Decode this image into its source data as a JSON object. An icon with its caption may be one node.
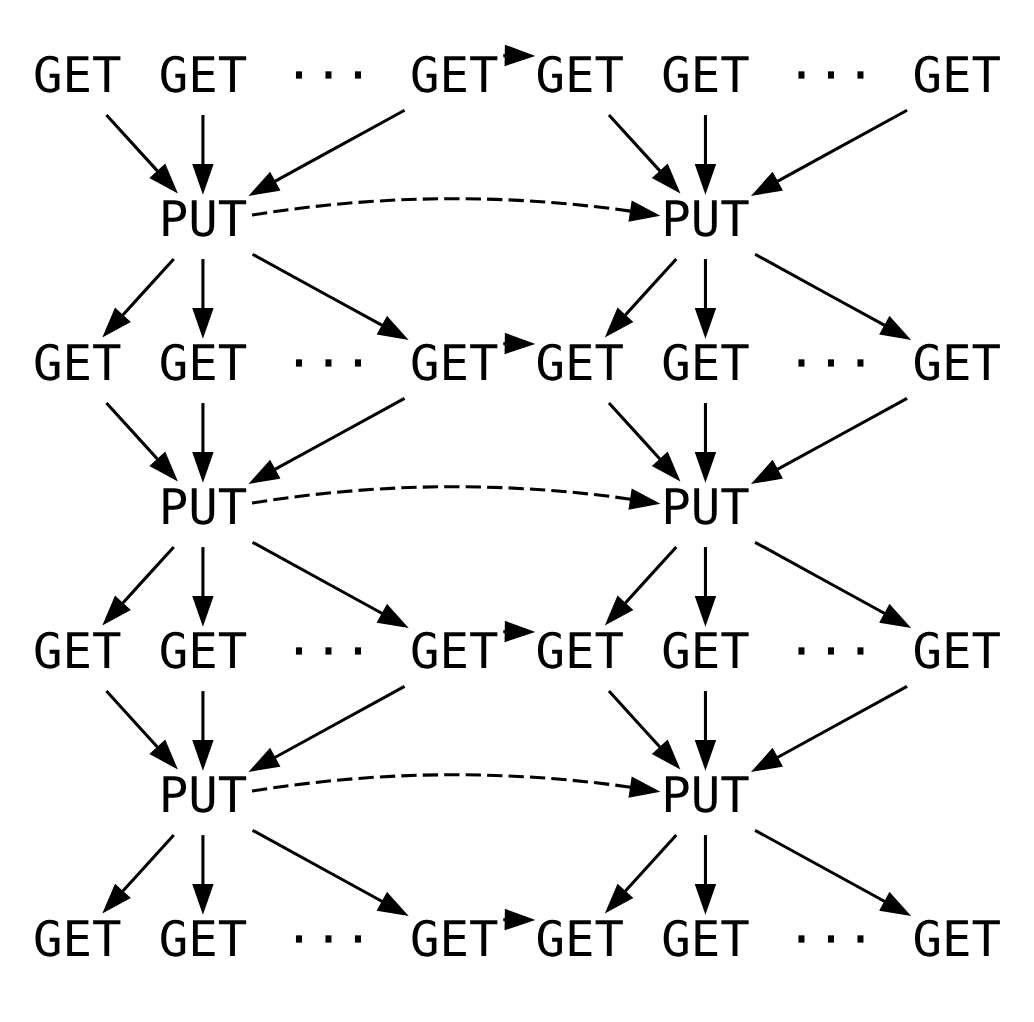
{
  "diagram": {
    "nodes": [
      {
        "text": [
          "GET"
        ]
      },
      {
        "text": [
          "GET"
        ]
      },
      {
        "text": [
          "GET"
        ]
      },
      {
        "text": [
          "GET"
        ]
      },
      {
        "text": [
          "GET"
        ]
      },
      {
        "text": [
          "GET"
        ]
      },
      {
        "text": [
          "PUT"
        ]
      },
      {
        "text": [
          "PUT"
        ]
      },
      {
        "text": [
          "GET"
        ]
      },
      {
        "text": [
          "GET"
        ]
      },
      {
        "text": [
          "GET"
        ]
      },
      {
        "text": [
          "GET"
        ]
      },
      {
        "text": [
          "GET"
        ]
      },
      {
        "text": [
          "GET"
        ]
      },
      {
        "text": [
          "PUT"
        ]
      },
      {
        "text": [
          "PUT"
        ]
      },
      {
        "text": [
          "GET"
        ]
      },
      {
        "text": [
          "GET"
        ]
      },
      {
        "text": [
          "GET"
        ]
      },
      {
        "text": [
          "GET"
        ]
      },
      {
        "text": [
          "GET"
        ]
      },
      {
        "text": [
          "GET"
        ]
      },
      {
        "text": [
          "PUT"
        ]
      },
      {
        "text": [
          "PUT"
        ]
      },
      {
        "text": [
          "GET"
        ]
      },
      {
        "text": [
          "GET"
        ]
      },
      {
        "text": [
          "GET"
        ]
      },
      {
        "text": [
          "GET"
        ]
      },
      {
        "text": [
          "GET"
        ]
      },
      {
        "text": [
          "GET"
        ]
      }
    ],
    "edges": [
      {
        "from": 0,
        "to": 6,
        "arrow": "to"
      },
      {
        "from": 1,
        "to": 6,
        "arrow": "to"
      },
      {
        "from": 2,
        "to": 6,
        "arrow": "to"
      },
      {
        "from": 3,
        "to": 7,
        "arrow": "to"
      },
      {
        "from": 4,
        "to": 7,
        "arrow": "to"
      },
      {
        "from": 5,
        "to": 7,
        "arrow": "to"
      },
      {
        "from": 2,
        "to": 3,
        "arrow": "to",
        "style": "dashed"
      },
      {
        "from": 6,
        "to": 7,
        "arrow": "to",
        "style": "dashed"
      },
      {
        "from": 6,
        "to": 8,
        "arrow": "to"
      },
      {
        "from": 6,
        "to": 9,
        "arrow": "to"
      },
      {
        "from": 6,
        "to": 10,
        "arrow": "to"
      },
      {
        "from": 7,
        "to": 11,
        "arrow": "to"
      },
      {
        "from": 7,
        "to": 12,
        "arrow": "to"
      },
      {
        "from": 7,
        "to": 13,
        "arrow": "to"
      },
      {
        "from": 8,
        "to": 14,
        "arrow": "to"
      },
      {
        "from": 9,
        "to": 14,
        "arrow": "to"
      },
      {
        "from": 10,
        "to": 14,
        "arrow": "to"
      },
      {
        "from": 11,
        "to": 15,
        "arrow": "to"
      },
      {
        "from": 12,
        "to": 15,
        "arrow": "to"
      },
      {
        "from": 13,
        "to": 15,
        "arrow": "to"
      },
      {
        "from": 10,
        "to": 11,
        "arrow": "to",
        "style": "dashed"
      },
      {
        "from": 14,
        "to": 15,
        "arrow": "to",
        "style": "dashed"
      },
      {
        "from": 14,
        "to": 16,
        "arrow": "to"
      },
      {
        "from": 14,
        "to": 17,
        "arrow": "to"
      },
      {
        "from": 14,
        "to": 18,
        "arrow": "to"
      },
      {
        "from": 15,
        "to": 19,
        "arrow": "to"
      },
      {
        "from": 15,
        "to": 20,
        "arrow": "to"
      },
      {
        "from": 15,
        "to": 21,
        "arrow": "to"
      },
      {
        "from": 16,
        "to": 22,
        "arrow": "to"
      },
      {
        "from": 17,
        "to": 22,
        "arrow": "to"
      },
      {
        "from": 18,
        "to": 22,
        "arrow": "to"
      },
      {
        "from": 19,
        "to": 23,
        "arrow": "to"
      },
      {
        "from": 20,
        "to": 23,
        "arrow": "to"
      },
      {
        "from": 21,
        "to": 23,
        "arrow": "to"
      },
      {
        "from": 18,
        "to": 19,
        "arrow": "to",
        "style": "dashed"
      },
      {
        "from": 22,
        "to": 23,
        "arrow": "to",
        "style": "dashed"
      },
      {
        "from": 22,
        "to": 24,
        "arrow": "to"
      },
      {
        "from": 22,
        "to": 25,
        "arrow": "to"
      },
      {
        "from": 22,
        "to": 26,
        "arrow": "to"
      },
      {
        "from": 23,
        "to": 27,
        "arrow": "to"
      },
      {
        "from": 23,
        "to": 28,
        "arrow": "to"
      },
      {
        "from": 23,
        "to": 29,
        "arrow": "to"
      },
      {
        "from": 26,
        "to": 27,
        "arrow": "to",
        "style": "dashed"
      }
    ],
    "labels": [
      "···",
      "···",
      "···",
      "···",
      "···",
      "···",
      "···",
      "···"
    ]
  }
}
